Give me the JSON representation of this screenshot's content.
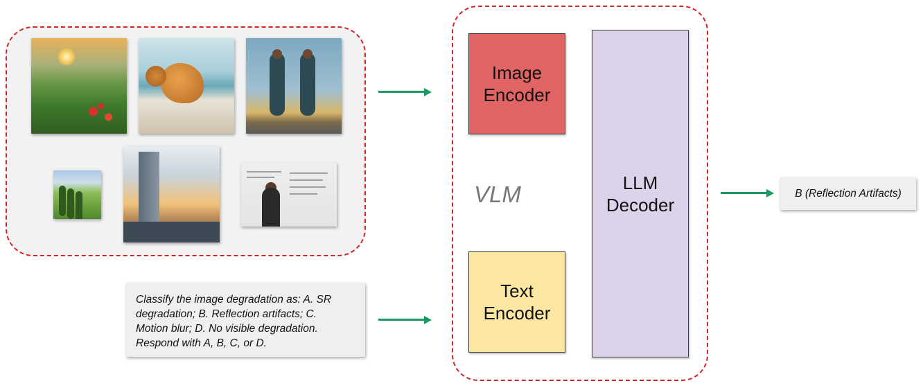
{
  "vlm": {
    "label": "VLM",
    "image_encoder_line1": "Image",
    "image_encoder_line2": "Encoder",
    "text_encoder_line1": "Text",
    "text_encoder_line2": "Encoder",
    "llm_decoder_line1": "LLM",
    "llm_decoder_line2": "Decoder"
  },
  "prompt": {
    "line1": "Classify the image degradation as: A. SR",
    "line2": "degradation; B. Reflection artifacts; C.",
    "line3": "Motion blur; D. No visible degradation.",
    "line4": "Respond with A, B, C, or D."
  },
  "output": {
    "text": "B (Reflection Artifacts)"
  },
  "colors": {
    "arrow": "#1a9a62",
    "dashed_border": "#d42424",
    "image_encoder": "#e06464",
    "text_encoder": "#fbe7a1",
    "llm_decoder": "#dcd3eb",
    "vlm_label": "#777777"
  },
  "images": [
    {
      "name": "landscape-sunset"
    },
    {
      "name": "golden-retriever-beach"
    },
    {
      "name": "runners-sunset"
    },
    {
      "name": "tuscan-village"
    },
    {
      "name": "city-skyscraper-window"
    },
    {
      "name": "whiteboard-presenter"
    }
  ]
}
